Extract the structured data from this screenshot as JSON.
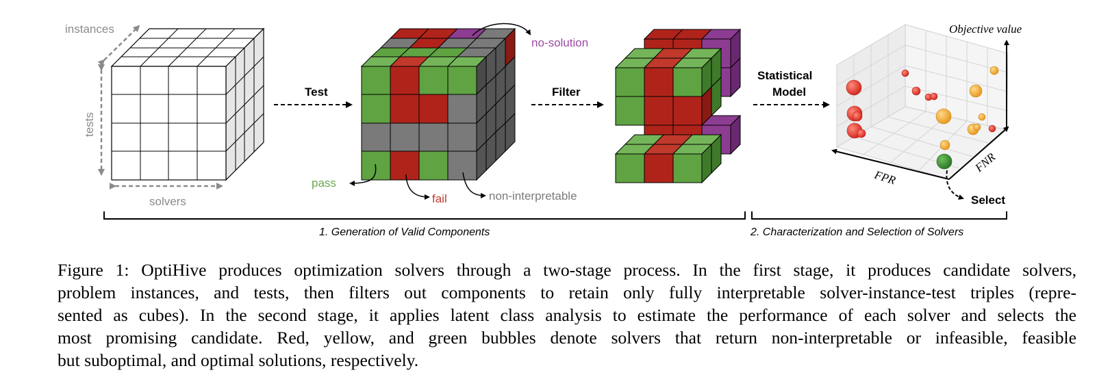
{
  "labels": {
    "instances": "instances",
    "tests": "tests",
    "solvers": "solvers",
    "test_arrow": "Test",
    "filter_arrow": "Filter",
    "statistical_model_line1": "Statistical",
    "statistical_model_line2": "Model",
    "no_solution": "no-solution",
    "pass": "pass",
    "fail": "fail",
    "non_interpretable": "non-interpretable",
    "objective_value": "Objective value",
    "fnr": "FNR",
    "fpr": "FPR",
    "select": "Select"
  },
  "stages": {
    "stage1": "1. Generation of Valid Components",
    "stage2": "2. Characterization and Selection of Solvers"
  },
  "caption": {
    "line1": "Figure 1: OptiHive produces optimization solvers through a two-stage process. In the first stage, it produces candidate solvers,",
    "line2": "problem instances, and tests, then filters out components to retain only fully interpretable solver-instance-test triples (repre-",
    "line3": "sented as cubes). In the second stage, it applies latent class analysis to estimate the performance of each solver and selects the",
    "line4": "most promising candidate. Red, yellow, and green bubbles denote solvers that return non-interpretable or infeasible, feasible",
    "line5": "but suboptimal, and optimal solutions, respectively."
  },
  "colors": {
    "pass": "#5fa342",
    "fail": "#b0231b",
    "non_interpretable": "#7a7a7a",
    "no_solution": "#8c3d91",
    "label_gray": "#8a8a8a",
    "pass_text": "#6aa84f",
    "fail_text": "#c0392b",
    "no_solution_text": "#9b4aa3",
    "bubble_red": "#e03a2f",
    "bubble_yellow": "#f0a830",
    "bubble_green": "#3a8a32"
  }
}
